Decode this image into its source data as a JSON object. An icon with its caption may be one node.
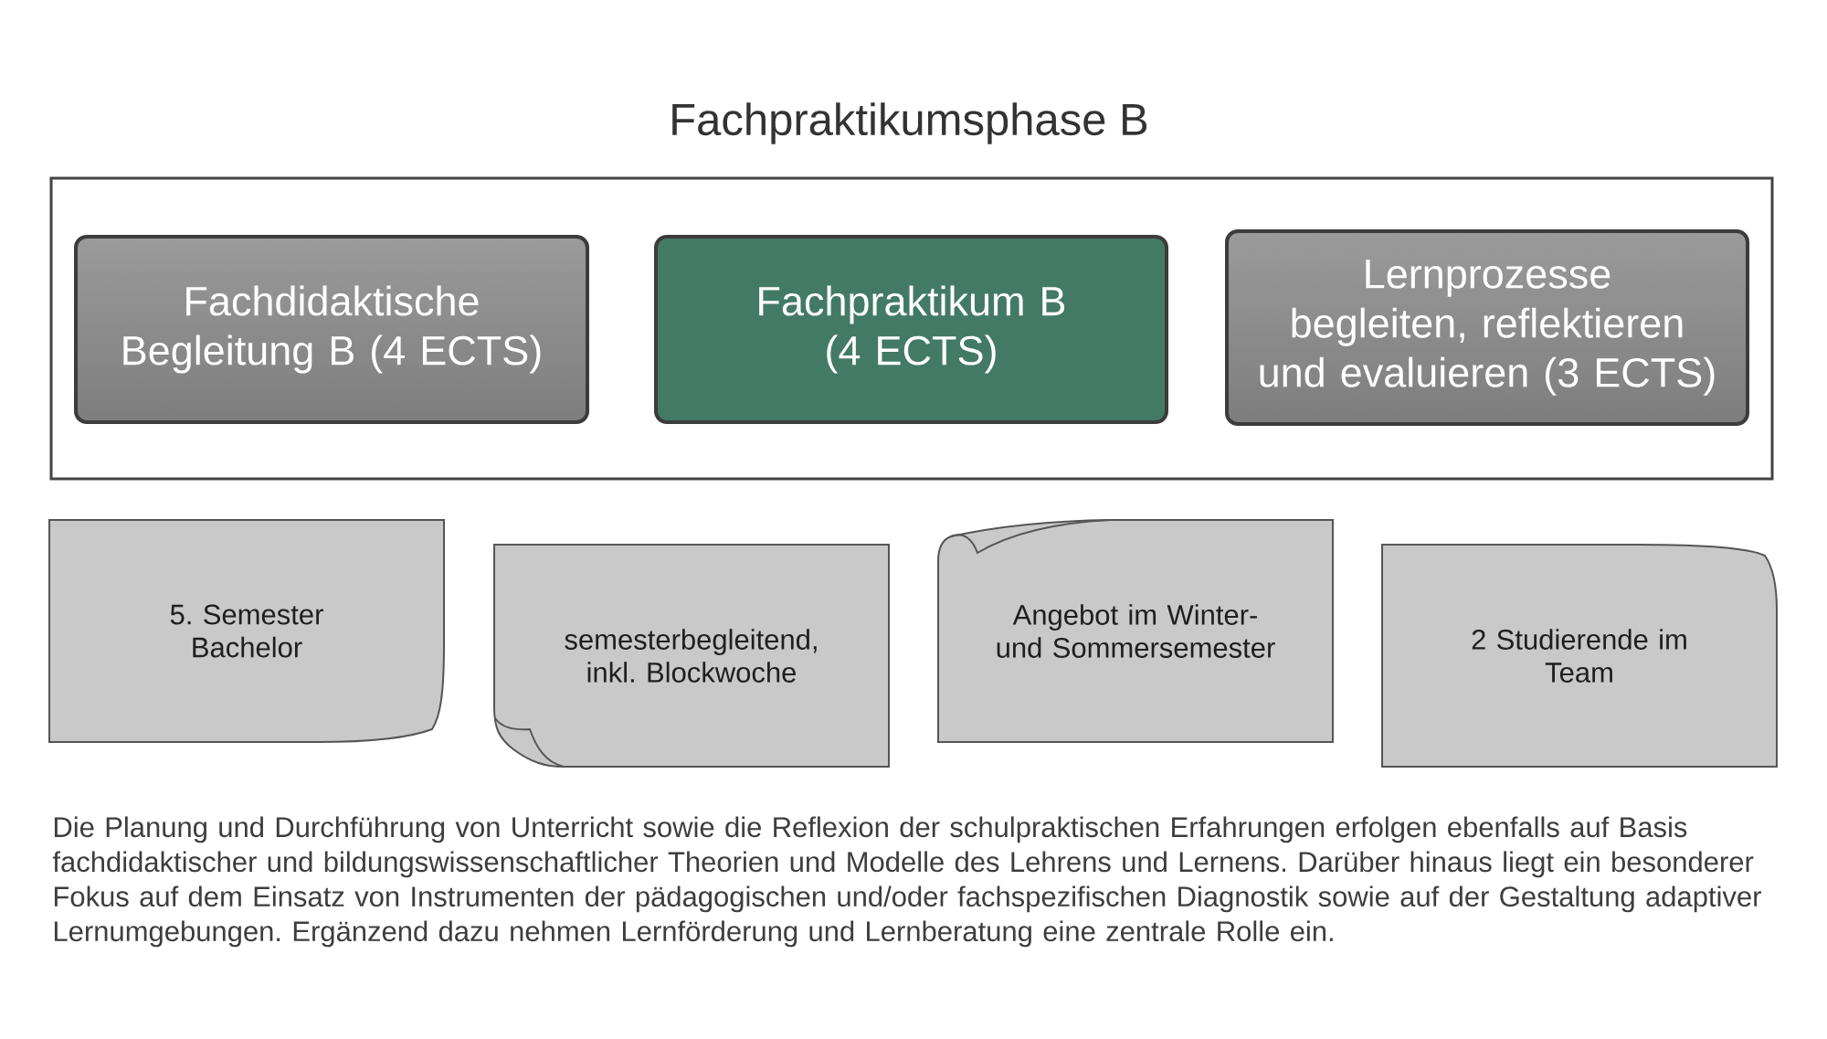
{
  "diagram": {
    "title": "Fachpraktikumsphase B",
    "nodes": [
      {
        "text": [],
        "shape": "box"
      },
      {
        "text": [
          "Fachdidaktische Begleitung B (4 ECTS)"
        ],
        "in": 0
      },
      {
        "text": [
          "Fachpraktikum B (4 ECTS)"
        ],
        "in": 0
      },
      {
        "text": [
          "Lernprozesse begleiten, reflektieren und evaluieren (3 ECTS)"
        ],
        "in": 0
      },
      {
        "text": [
          "5. Semester Bachelor"
        ]
      },
      {
        "text": [
          "semesterbegleitend, inkl. Blockwoche"
        ]
      },
      {
        "text": [
          "Angebot im Winter- und Sommersemester"
        ]
      },
      {
        "text": [
          "2 Studierende im Team"
        ]
      }
    ],
    "labels": [
      "Die Planung und Durchführung von Unterricht sowie die Reflexion der schulpraktischen Erfahrungen erfolgen ebenfalls auf Basis fachdidaktischer und bildungswissenschaftlicher Theorien und Modelle des Lehrens und Lernens. Darüber hinaus liegt ein besonderer Fokus auf dem Einsatz von Instrumenten der pädagogischen und/oder fachspezifischen Diagnostik sowie auf der Gestaltung adaptiver Lernumgebungen. Ergänzend dazu nehmen Lernförderung und Lernberatung eine zentrale Rolle ein."
    ]
  }
}
